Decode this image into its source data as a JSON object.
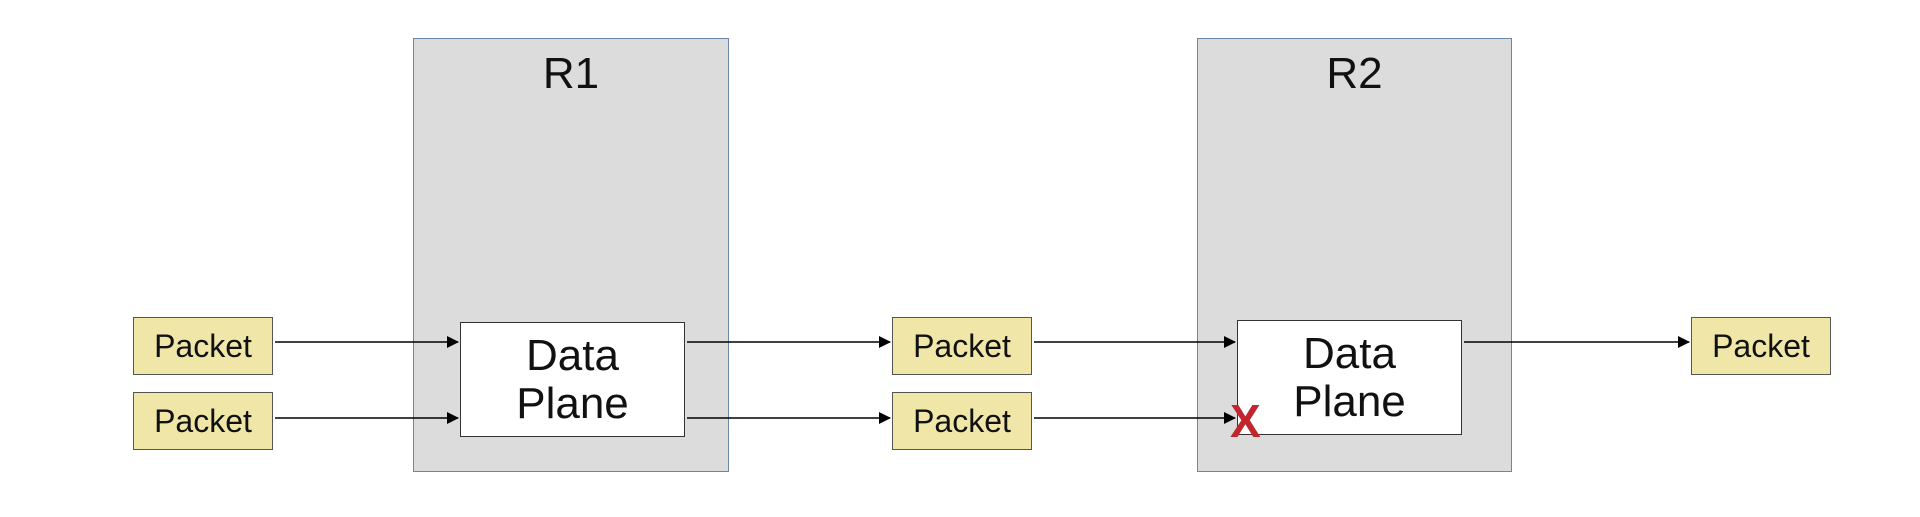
{
  "routers": [
    {
      "id": "r1",
      "title": "R1",
      "dataplane_label": "Data\nPlane"
    },
    {
      "id": "r2",
      "title": "R2",
      "dataplane_label": "Data\nPlane"
    }
  ],
  "packets": {
    "in_top": "Packet",
    "in_bottom": "Packet",
    "mid_top": "Packet",
    "mid_bottom": "Packet",
    "out_top": "Packet"
  },
  "drop_marker": "X",
  "colors": {
    "router_fill": "#dcdcdc",
    "router_border": "#6a86a8",
    "packet_fill": "#efe6a8",
    "drop_mark": "#c0262c"
  }
}
